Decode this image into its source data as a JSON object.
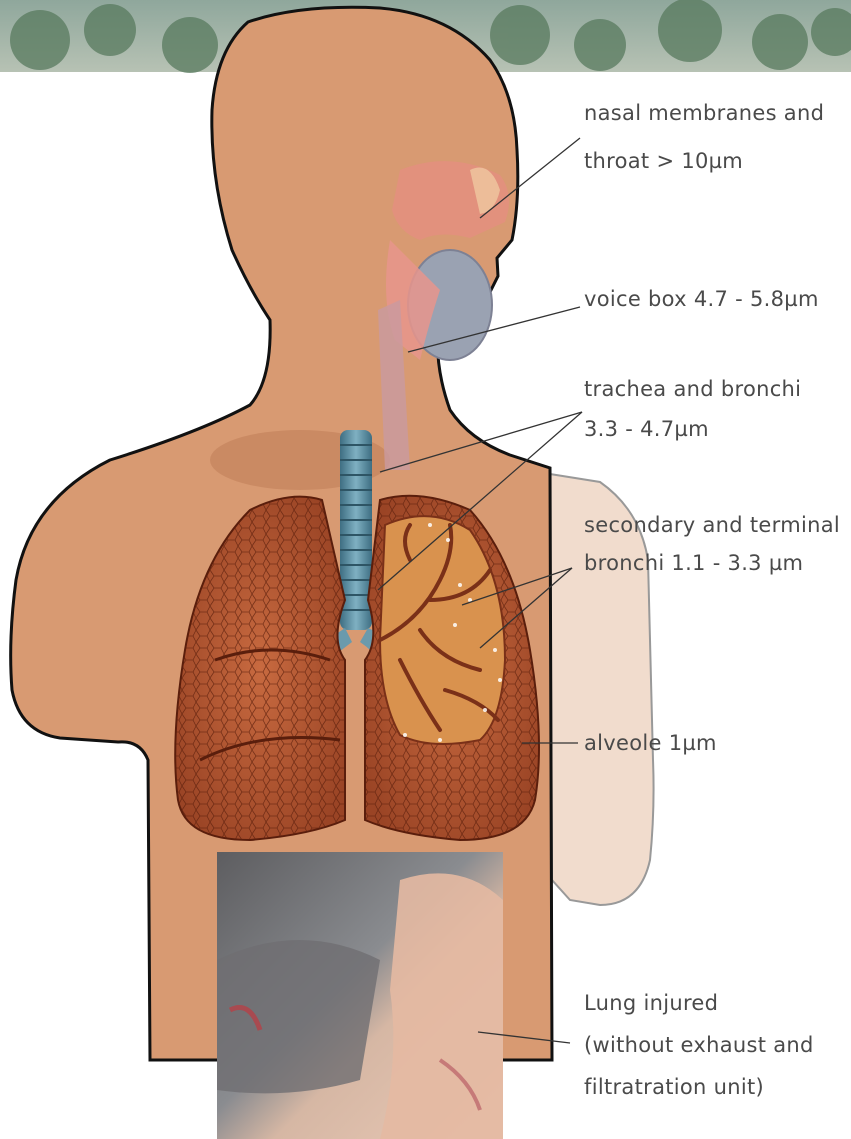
{
  "labels": {
    "nasal_line1": "nasal membranes and",
    "nasal_line2": "throat  > 10µm",
    "voice_box": "voice box 4.7 - 5.8µm",
    "trachea_line1": "trachea and bronchi",
    "trachea_line2": "3.3 - 4.7µm",
    "secondary_line1": "secondary and terminal",
    "secondary_line2": "bronchi 1.1 - 3.3 µm",
    "alveole": "alveole 1µm",
    "lung_line1": "Lung injured",
    "lung_line2": "(without exhaust and",
    "lung_line3": "filtratration unit)"
  },
  "colors": {
    "skin": "#d89a72",
    "lung": "#b85a35",
    "lung_dark": "#7a3018",
    "trachea": "#5f8fa3",
    "outline": "#111111",
    "label_text": "#4a4a4a",
    "pale_arm": "#f1dccd"
  }
}
